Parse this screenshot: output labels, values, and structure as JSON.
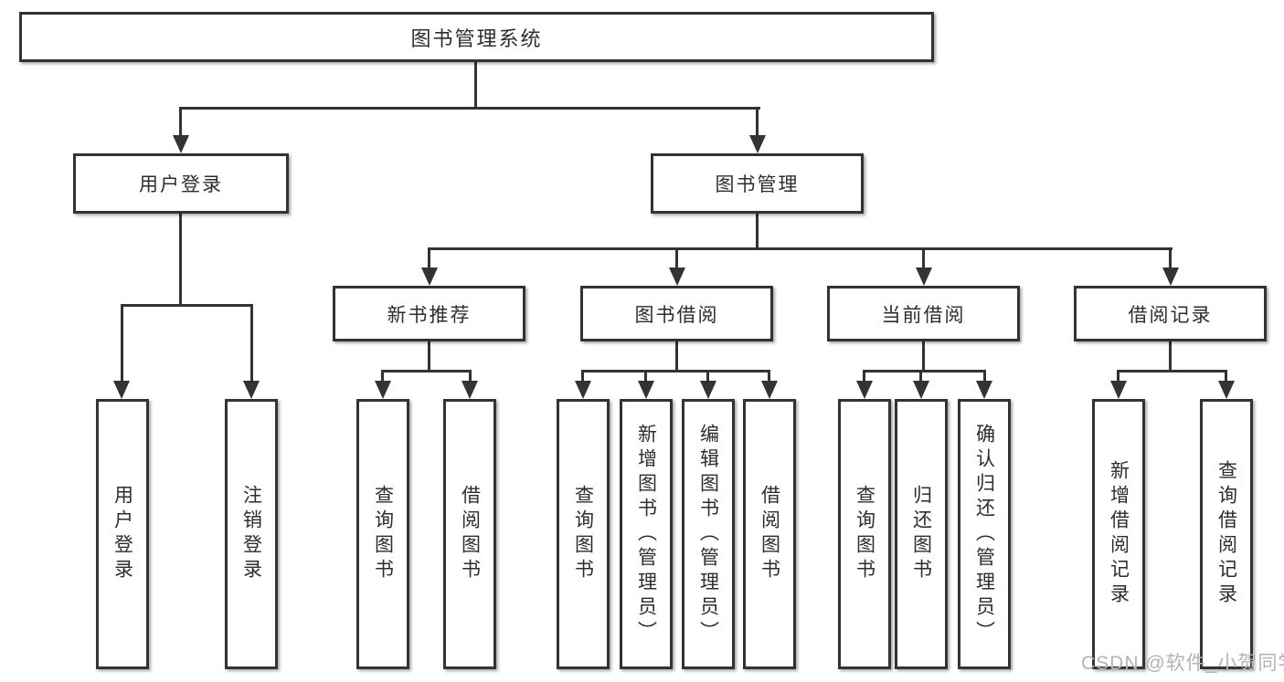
{
  "colors": {
    "line": "#333333",
    "box_border": "#333333",
    "text": "#2d2d2d",
    "watermark": "#b3b3b3",
    "background": "#ffffff"
  },
  "diagram": {
    "root": {
      "label": "图书管理系统"
    },
    "level2": [
      {
        "label": "用户登录"
      },
      {
        "label": "图书管理"
      }
    ],
    "level3": [
      {
        "label": "新书推荐"
      },
      {
        "label": "图书借阅"
      },
      {
        "label": "当前借阅"
      },
      {
        "label": "借阅记录"
      }
    ],
    "leaves": [
      {
        "label": "用户登录"
      },
      {
        "label": "注销登录"
      },
      {
        "label": "查询图书"
      },
      {
        "label": "借阅图书"
      },
      {
        "label": "查询图书"
      },
      {
        "label": "新增图书（管理员）"
      },
      {
        "label": "编辑图书（管理员）"
      },
      {
        "label": "借阅图书"
      },
      {
        "label": "查询图书"
      },
      {
        "label": "归还图书"
      },
      {
        "label": "确认归还（管理员）"
      },
      {
        "label": "新增借阅记录"
      },
      {
        "label": "查询借阅记录"
      }
    ]
  },
  "watermark": {
    "text": "CSDN @软件_小贺同学"
  }
}
